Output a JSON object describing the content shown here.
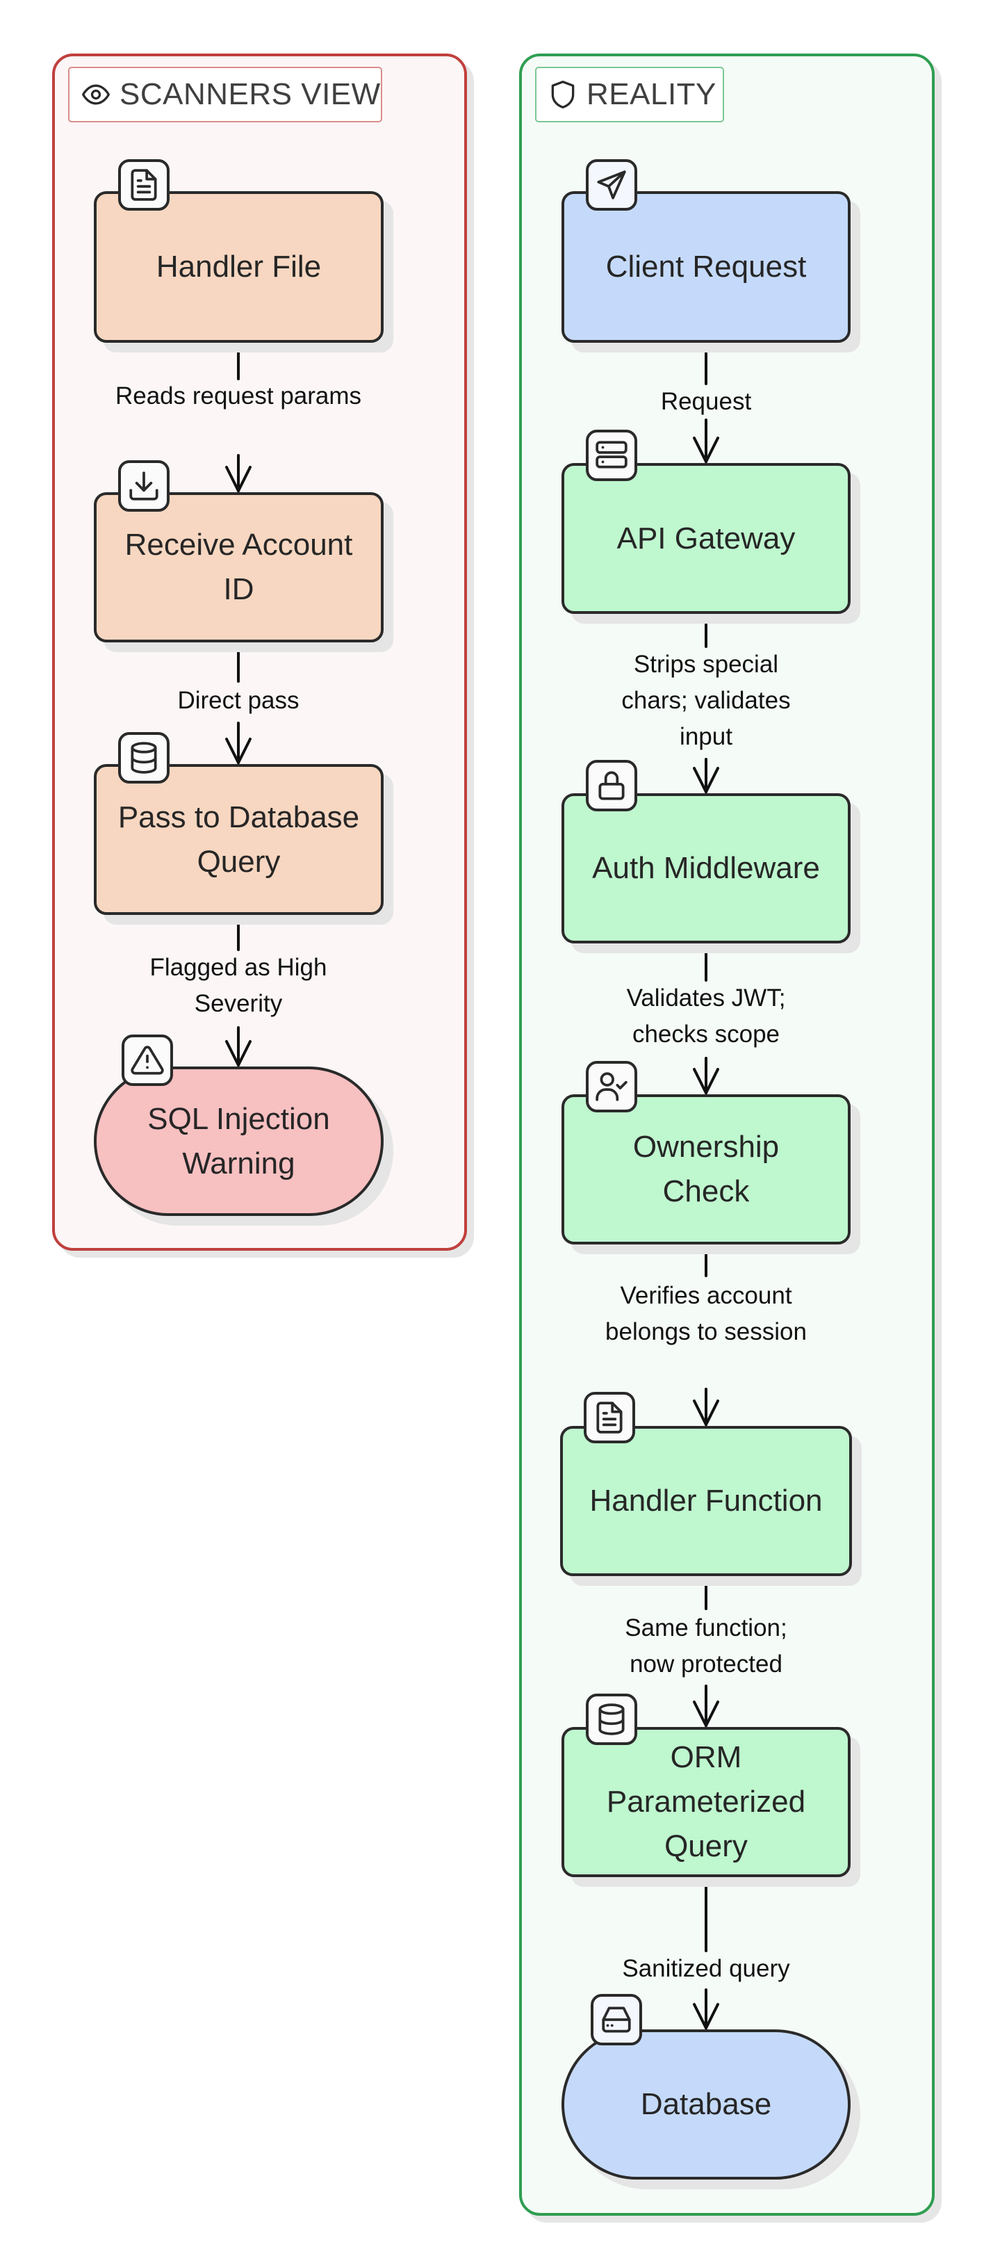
{
  "scanners_view": {
    "label": "SCANNERS VIEW",
    "label_icon": "eye-icon",
    "accent": "#c0403d",
    "nodes": [
      {
        "id": "handler-file",
        "text": "Handler File",
        "icon": "file-text-icon",
        "fill": "#f7d7c1"
      },
      {
        "id": "receive-account-id",
        "text": "Receive Account ID",
        "icon": "download-icon",
        "fill": "#f7d7c1"
      },
      {
        "id": "pass-to-db-query",
        "text": "Pass to Database Query",
        "icon": "database-icon",
        "fill": "#f7d7c1"
      },
      {
        "id": "sql-injection-warning",
        "text": "SQL Injection Warning",
        "icon": "warning-triangle-icon",
        "fill": "#f7c0c1"
      }
    ],
    "edges": [
      {
        "from": "handler-file",
        "to": "receive-account-id",
        "label": "Reads request params"
      },
      {
        "from": "receive-account-id",
        "to": "pass-to-db-query",
        "label": "Direct pass"
      },
      {
        "from": "pass-to-db-query",
        "to": "sql-injection-warning",
        "label": "Flagged as High Severity"
      }
    ]
  },
  "reality": {
    "label": "REALITY",
    "label_icon": "shield-icon",
    "accent": "#2f9e52",
    "nodes": [
      {
        "id": "client-request",
        "text": "Client Request",
        "icon": "send-icon",
        "fill": "#c5dafa"
      },
      {
        "id": "api-gateway",
        "text": "API Gateway",
        "icon": "server-icon",
        "fill": "#bff7cf"
      },
      {
        "id": "auth-middleware",
        "text": "Auth Middleware",
        "icon": "lock-icon",
        "fill": "#bff7cf"
      },
      {
        "id": "ownership-check",
        "text": "Ownership Check",
        "icon": "user-check-icon",
        "fill": "#bff7cf"
      },
      {
        "id": "handler-function",
        "text": "Handler Function",
        "icon": "file-text-icon",
        "fill": "#bff7cf"
      },
      {
        "id": "orm-parameterized-query",
        "text": "ORM Parameterized Query",
        "icon": "database-icon",
        "fill": "#bff7cf"
      },
      {
        "id": "database",
        "text": "Database",
        "icon": "hard-drive-icon",
        "fill": "#c5dafa"
      }
    ],
    "edges": [
      {
        "from": "client-request",
        "to": "api-gateway",
        "label": "Request"
      },
      {
        "from": "api-gateway",
        "to": "auth-middleware",
        "label": "Strips special chars; validates input"
      },
      {
        "from": "auth-middleware",
        "to": "ownership-check",
        "label": "Validates JWT; checks scope"
      },
      {
        "from": "ownership-check",
        "to": "handler-function",
        "label": "Verifies account belongs to session"
      },
      {
        "from": "handler-function",
        "to": "orm-parameterized-query",
        "label": "Same function; now protected"
      },
      {
        "from": "orm-parameterized-query",
        "to": "database",
        "label": "Sanitized query"
      }
    ]
  }
}
